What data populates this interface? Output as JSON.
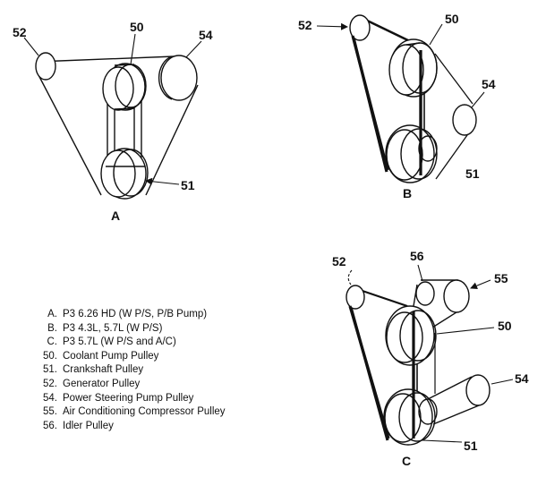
{
  "diagram_a": {
    "label": "A",
    "callouts": {
      "generator": "52",
      "coolant": "50",
      "power_steering": "54",
      "crankshaft": "51"
    }
  },
  "diagram_b": {
    "label": "B",
    "callouts": {
      "generator": "52",
      "coolant": "50",
      "power_steering": "54",
      "crankshaft": "51"
    }
  },
  "diagram_c": {
    "label": "C",
    "callouts": {
      "generator": "52",
      "idler": "56",
      "ac_compressor": "55",
      "coolant": "50",
      "power_steering": "54",
      "crankshaft": "51"
    }
  },
  "legend": [
    {
      "key": "A.",
      "text": "P3 6.26 HD (W P/S, P/B Pump)"
    },
    {
      "key": "B.",
      "text": "P3 4.3L, 5.7L (W P/S)"
    },
    {
      "key": "C.",
      "text": "P3 5.7L (W P/S and A/C)"
    },
    {
      "key": "50.",
      "text": "Coolant Pump Pulley"
    },
    {
      "key": "51.",
      "text": "Crankshaft Pulley"
    },
    {
      "key": "52.",
      "text": "Generator Pulley"
    },
    {
      "key": "54.",
      "text": "Power Steering Pump Pulley"
    },
    {
      "key": "55.",
      "text": "Air Conditioning Compressor Pulley"
    },
    {
      "key": "56.",
      "text": "Idler Pulley"
    }
  ]
}
